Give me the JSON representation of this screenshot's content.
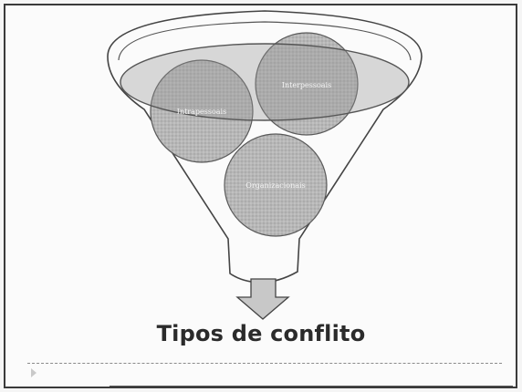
{
  "diagram": {
    "circles": [
      {
        "label": "Intrapessoais"
      },
      {
        "label": "Interpessoais"
      },
      {
        "label": "Organizacionais"
      }
    ],
    "title": "Tipos de conflito"
  },
  "colors": {
    "circle_fill": "#a9a9a9",
    "circle_stroke": "#5a5a5a",
    "funnel_stroke": "#444444",
    "arrow_fill": "#c8c8c8",
    "title": "#2b2b2b"
  }
}
